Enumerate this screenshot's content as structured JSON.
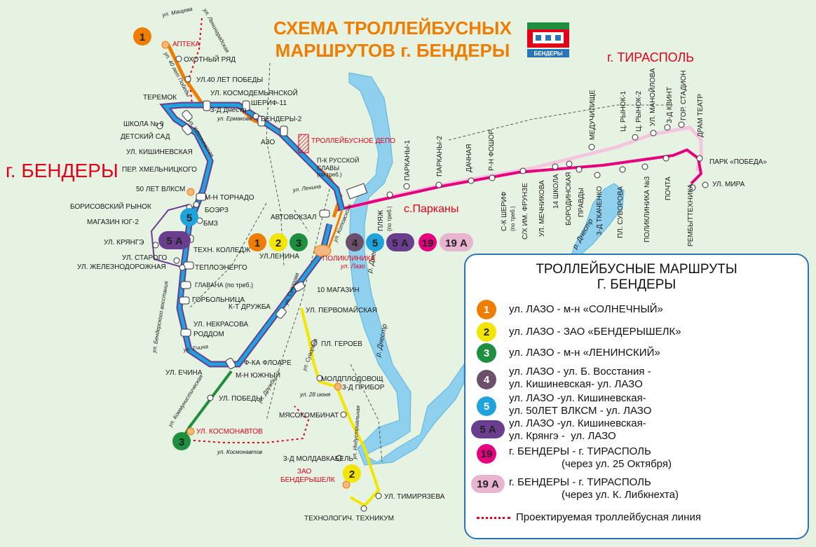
{
  "title": {
    "line1": "СХЕМА ТРОЛЛЕЙБУСНЫХ",
    "line2": "МАРШРУТОВ г. БЕНДЕРЫ"
  },
  "logo_text": "БЕНДЕРЫ",
  "cities": {
    "bendery": "г. БЕНДЕРЫ",
    "tiraspol": "г. ТИРАСПОЛЬ",
    "parkany": "с.Парканы"
  },
  "colors": {
    "r1": "#ef7d00",
    "r2": "#f2e600",
    "r3": "#1e8f3e",
    "r4": "#6b4f6b",
    "r5": "#1fa3dc",
    "r5a": "#6a3d8f",
    "r19": "#e6007e",
    "r19a": "#e8b4d0",
    "river": "#8fd0ee",
    "projected": "#e2001a"
  },
  "badges": [
    "1",
    "2",
    "3",
    "4",
    "5",
    "5 А",
    "19",
    "19 А"
  ],
  "depot": "ТРОЛЛЕЙБУСНОЕ ДЕПО",
  "river": [
    "р. Днестр",
    "р. Днестр",
    "р. Днестр"
  ],
  "stops": {
    "apteka": "АПТЕКА",
    "okhotny": "ОХОТНЫЙ РЯД",
    "ul40": "УЛ.40 ЛЕТ ПОБЕДЫ",
    "kosmodem": "УЛ. КОСМОДЕМЬЯНСКОЙ",
    "sherif11": "ШЕРИФ-11",
    "teremok": "ТЕРЕМОК",
    "shkola9": "ШКОЛА № 9",
    "detsad": "ДЕТСКИЙ САД",
    "dnestr3": "3-Д Днестр",
    "bendery2": "БЕНДЕРЫ-2",
    "azo": "АЗО",
    "kishinevskaya": "УЛ. КИШИНЕВСКАЯ",
    "khmelnitsky": "ПЕР. ХМЕЛЬНИЦКОГО",
    "vlksm": "50 ЛЕТ ВЛКСМ",
    "tornado": "М-Н ТОРНАДО",
    "borisov": "БОРИСОВСКИЙ РЫНОК",
    "boerz": "БОЭРЗ",
    "yug2": "МАГАЗИН ЮГ-2",
    "bmz": "БМЗ",
    "kryange": "УЛ. КРЯНГЭ",
    "tekhn": "ТЕХН. КОЛЛЕДЖ",
    "starogo": "УЛ. СТАРОГО",
    "zheleznod": "УЛ. ЖЕЛЕЗНОДОРОЖНАЯ",
    "teploenergo": "ТЕПЛОЭНЕРГО",
    "glavana": "ГЛАВАНА (по треб.)",
    "gorbolnitsa": "ГОРБОЛЬНИЦА",
    "druzhba": "К-Т ДРУЖБА",
    "nekrasova": "УЛ. НЕКРАСОВА",
    "roddom": "РОДДОМ",
    "echina": "УЛ. ЕЧИНА",
    "floare": "Ф-КА ФЛОАРЕ",
    "yuzhny": "М-Н ЮЖНЫЙ",
    "pobedy": "УЛ. ПОБЕДЫ",
    "kosmonavtov": "УЛ. КОСМОНАВТОВ",
    "avtovokzal": "АВТОВОКЗАЛ",
    "russkoy": "П-К РУССКОЙ",
    "slavy": "СЛАВЫ",
    "potreb": "(по треб.)",
    "lenina": "УЛ.ЛЕНИНА",
    "poliklinika": "ПОЛИКЛИНИКА",
    "lazo": "ул. Лазо",
    "magazin10": "10 МАГАЗИН",
    "pervomay": "УЛ. ПЕРВОМАЙСКАЯ",
    "geroev": "ПЛ. ГЕРОЕВ",
    "moldplod": "МОЛДПЛОДОВОЩ",
    "pribor": "3-Д ПРИБОР",
    "myaso": "МЯСОКОМБИНАТ",
    "moldavkabel": "3-Д МОЛДАВКАБЕЛЬ",
    "zao": "ЗАО",
    "benderyshelk": "БЕНДЕРЫШЕЛК",
    "timiryazeva": "УЛ. ТИМИРЯЗЕВА",
    "tekhnikum": "ТЕХНОЛОГИЧ. ТЕХНИКУМ",
    "plyazh": "ПЛЯЖ",
    "plyazh_treb": "(по треб.)",
    "parkany1": "ПАРКАНЫ-1",
    "parkany2": "ПАРКАНЫ-2",
    "dachnaya": "ДАЧНАЯ",
    "foshor": "Р-Н ФОШОР",
    "sk_sherif": "С-К ШЕРИФ",
    "sk_treb": "(по треб.)",
    "frunze": "С/Х ИМ. ФРУНЗЕ",
    "mechnikova": "УЛ. МЕЧНИКОВА",
    "shkola14": "14 ШКОЛА",
    "borodinskaya": "БОРОДИНСКАЯ",
    "pravdy": "ПРАВДЫ",
    "tkachenko": "3-Д ТКАЧЕНКО",
    "medu": "МЕДУЧИЛИЩЕ",
    "suvorova_pl": "ПЛ. СУВОРОВА",
    "poliklinika3": "ПОЛИКЛИНИКА №3",
    "pochta": "ПОЧТА",
    "rynok1": "Ц. РЫНОК-1",
    "rynok2": "Ц. РЫНОК-2",
    "manoilova": "УЛ. МАНОЙЛОВА",
    "kvint": "З-Д КВИНТ",
    "stadion": "ГОР. СТАДИОН",
    "dramteatr": "ДРАМ ТЕАТР",
    "park": "ПАРК «ПОБЕДА»",
    "mira": "УЛ. МИРА",
    "rembyt": "РЕМБЫТТЕХНИКА"
  },
  "streets": {
    "mashcheva": "ул. Мащева",
    "leningradskaya": "ул. Ленинградская",
    "let40": "ул. 40 лет Победы",
    "ermakova": "ул. Ермакова",
    "kishinev": "ул. Кишиневская",
    "vosstaniya": "ул. Бендерского восстания",
    "echina": "ул. Ечина",
    "kommun": "ул. Коммунистическая",
    "druzhby": "ул. Дружбы",
    "iyunya28": "ул. 28 июня",
    "kosmonavtov": "ул. Космонавтов",
    "suvorova": "ул. Суворова",
    "kotovskogo": "ул. Котовского",
    "lenina": "ул. Ленина",
    "industr": "ул. Индустриальная",
    "suvorova2": "ул. Суворова"
  },
  "legend": {
    "title_line1": "ТРОЛЛЕЙБУСНЫЕ МАРШРУТЫ",
    "title_line2": "Г. БЕНДЕРЫ",
    "items": [
      {
        "badge": "1",
        "text": "ул. ЛАЗО - м-н «СОЛНЕЧНЫЙ»"
      },
      {
        "badge": "2",
        "text": "ул. ЛАЗО - ЗАО «БЕНДЕРЫШЕЛК»"
      },
      {
        "badge": "3",
        "text": "ул. ЛАЗО - м-н «ЛЕНИНСКИЙ»"
      },
      {
        "badge": "4",
        "text": "ул. ЛАЗО - ул. Б. Восстания -\nул. Кишиневская- ул. ЛАЗО"
      },
      {
        "badge": "5",
        "text": "ул. ЛАЗО -ул. Кишиневская-\nул. 50ЛЕТ ВЛКСМ - ул. ЛАЗО"
      },
      {
        "badge": "5 А",
        "text": "ул. ЛАЗО -ул. Кишиневская-\nул. Крянгэ -  ул. ЛАЗО"
      },
      {
        "badge": "19",
        "text": "г. БЕНДЕРЫ - г. ТИРАСПОЛЬ\n                  (через ул. 25 Октября)"
      },
      {
        "badge": "19 А",
        "text": "г. БЕНДЕРЫ - г. ТИРАСПОЛЬ\n                  (через ул. К. Либкнехта)"
      }
    ],
    "projected": "Проектируемая троллейбусная линия"
  }
}
